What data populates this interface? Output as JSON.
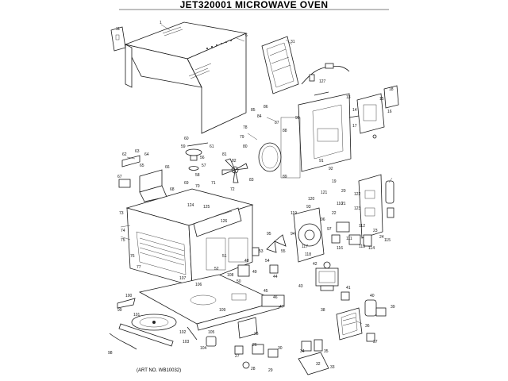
{
  "header": {
    "title": "JET320001 MICROWAVE OVEN"
  },
  "footer": {
    "art_number": "(ART NO. WB10032)"
  },
  "part_callouts": [
    "1",
    "6",
    "31",
    "11",
    "13",
    "14",
    "15",
    "16",
    "17",
    "18",
    "19",
    "20",
    "21",
    "22",
    "23",
    "24",
    "25",
    "26",
    "27",
    "28",
    "29",
    "30",
    "32",
    "33",
    "34",
    "35",
    "36",
    "37",
    "38",
    "39",
    "40",
    "41",
    "42",
    "43",
    "44",
    "45",
    "46",
    "47",
    "48",
    "49",
    "50",
    "51",
    "52",
    "53",
    "54",
    "55",
    "56",
    "57",
    "58",
    "59",
    "60",
    "61",
    "62",
    "63",
    "64",
    "65",
    "66",
    "67",
    "68",
    "69",
    "70",
    "71",
    "72",
    "73",
    "74",
    "75",
    "76",
    "77",
    "78",
    "79",
    "80",
    "81",
    "82",
    "83",
    "84",
    "85",
    "86",
    "87",
    "88",
    "89",
    "90",
    "91",
    "92",
    "93",
    "94",
    "95",
    "96",
    "97",
    "98",
    "99",
    "100",
    "101",
    "102",
    "103",
    "104",
    "105",
    "106",
    "107",
    "108",
    "109",
    "110",
    "111",
    "112",
    "113",
    "114",
    "115",
    "116",
    "117",
    "118",
    "119",
    "120",
    "121",
    "122",
    "123",
    "124",
    "125",
    "126",
    "127"
  ]
}
